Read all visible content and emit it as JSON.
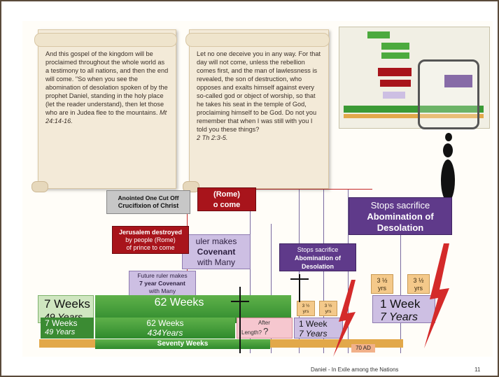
{
  "slide": {
    "footer_title": "Daniel - In Exile among the Nations",
    "page_number": "11"
  },
  "scroll_left": {
    "text": "And this gospel of the kingdom will be proclaimed throughout the whole world as a testimony to all nations, and then the end will come. \"So when you see the abomination of desolation spoken of by the prophet Daniel, standing in the holy place (let the reader understand), then let those who are in Judea flee to the mountains.",
    "ref": "Mt 24:14-16."
  },
  "scroll_right": {
    "text": "Let no one deceive you in any way. For that day will not come, unless the rebellion comes first, and the man of lawlessness is revealed, the son of destruction, who opposes and exalts himself against every so-called god or object of worship, so that he takes his seat in the temple of God, proclaiming himself to be God. Do not you remember that when I was still with you I told you these things?",
    "ref": "2 Th 2:3-5."
  },
  "boxes": {
    "anointed_line1": "Anointed One Cut Off",
    "anointed_line2": "Crucifixion of Christ",
    "rome_line1": "(Rome)",
    "rome_line2": "o come",
    "jerusalem_line1": "Jerusalem destroyed",
    "jerusalem_line2": "by people (Rome)",
    "jerusalem_line3": "of prince to come",
    "ruler_bg_line1": "uler makes",
    "ruler_bg_line2": "Covenant",
    "ruler_bg_line3": "with Many",
    "future_line1": "Future ruler makes",
    "future_line2": "7 year Covenant",
    "future_line3": "with Many",
    "stops_small_line1": "Stops sacrifice",
    "stops_small_line2": "Abomination of",
    "stops_small_line3": "Desolation",
    "stops_big_line1": "Stops sacrifice",
    "stops_big_line2": "Abomination of",
    "stops_big_line3": "Desolation",
    "half_years": "3 ½\nyrs"
  },
  "timeline": {
    "seven_weeks": "7 Weeks",
    "forty_nine_years": "49 Years",
    "sixty_two_weeks": "62 Weeks",
    "four_three_four": "434Years",
    "after": "After",
    "length": "Length?",
    "question": "?",
    "one_week": "1 Week",
    "seven_years": "7 Years",
    "seventy_weeks": "Seventy Weeks",
    "seventy_ad": "70 AD",
    "big_one_week": "1 Week",
    "big_seven_years": "7 Years"
  },
  "colors": {
    "accent_red": "#a8141b",
    "accent_purple": "#5f3a8a",
    "green": "#3b9a35"
  }
}
